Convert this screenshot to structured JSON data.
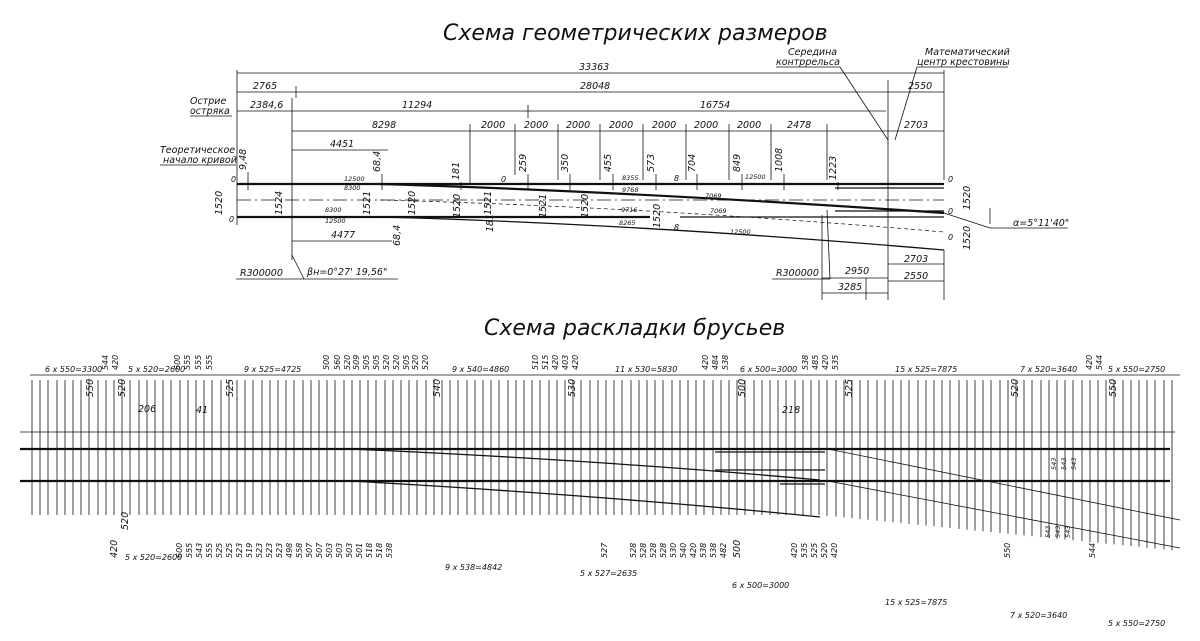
{
  "titles": {
    "geometry": "Схема геометрических размеров",
    "sleepers": "Схема раскладки брусьев"
  },
  "geometry_scheme": {
    "callouts": {
      "guard_rail_middle": [
        "Середина",
        "контррельса"
      ],
      "frog_math_center": [
        "Математический",
        "центр крестовины"
      ],
      "switch_point": [
        "Острие",
        "остряка"
      ],
      "curve_start": [
        "Теоретическое",
        "начало кривой"
      ]
    },
    "top_dimensions": {
      "overall": "33363",
      "row2_left": "2765",
      "row2_right": "28048",
      "row2_far": "2550",
      "row3_left": "2384,6",
      "row3_mid": "11294",
      "row3_right": "16754",
      "row4": [
        "8298",
        "2000",
        "2000",
        "2000",
        "2000",
        "2000",
        "2000",
        "2000",
        "2478",
        "2703"
      ],
      "left_4451": "4451"
    },
    "ordinates": [
      "9,48",
      "68,4",
      "181",
      "259",
      "350",
      "455",
      "573",
      "704",
      "849",
      "1008",
      "1223"
    ],
    "inner_labels": [
      "12500",
      "8300",
      "8300",
      "12500",
      "8355",
      "9768",
      "7069",
      "7069",
      "12500",
      "9716",
      "8265",
      "12500"
    ],
    "gauges": [
      "1520",
      "1524",
      "1521",
      "1520",
      "1520",
      "1521",
      "1521",
      "1520",
      "1520",
      "1520",
      "1520"
    ],
    "misc": [
      "181",
      "68,4",
      "4477",
      "0",
      "0",
      "0",
      "0",
      "0",
      "0",
      "8",
      "8"
    ],
    "angle": "α=5°11'40\"",
    "beta": "βн=0°27' 19,56\"",
    "radius_left": "R300000",
    "radius_right": "R300000",
    "bottom_right_dims": [
      "2703",
      "2950",
      "2550",
      "3285"
    ]
  },
  "sleeper_scheme": {
    "top_groups": [
      "6 x 550=3300",
      "5 x 520=2600",
      "9 x 525=4725",
      "9 x 540=4860",
      "11 x 530=5830",
      "6 x 500=3000",
      "15 x 525=7875",
      "7 x 520=3640",
      "5 x 550=2750"
    ],
    "top_vertical": [
      "544",
      "420",
      "600",
      "555",
      "555",
      "555",
      "500",
      "560",
      "520",
      "509",
      "505",
      "505",
      "520",
      "520",
      "505",
      "520",
      "520",
      "510",
      "515",
      "420",
      "403",
      "420",
      "420",
      "484",
      "538",
      "538",
      "485",
      "420",
      "535",
      "420",
      "544"
    ],
    "top_extra": [
      "550",
      "520",
      "206",
      "41",
      "525",
      "540",
      "530",
      "500",
      "218",
      "525",
      "520",
      "550"
    ],
    "bottom_groups": [
      "5 x 520=2600",
      "9 x 538=4842",
      "5 x 527=2635",
      "6 x 500=3000",
      "15 x 525=7875",
      "7 x 520=3640",
      "5 x 550=2750"
    ],
    "bottom_vertical": [
      "600",
      "555",
      "543",
      "555",
      "525",
      "525",
      "523",
      "519",
      "523",
      "523",
      "523",
      "498",
      "558",
      "507",
      "507",
      "503",
      "503",
      "503",
      "501",
      "518",
      "518",
      "538",
      "527",
      "528",
      "528",
      "528",
      "528",
      "530",
      "540",
      "420",
      "538",
      "538",
      "482",
      "420",
      "535",
      "525",
      "520",
      "420",
      "550",
      "544"
    ],
    "bottom_extra": [
      "420",
      "520",
      "500"
    ],
    "right_small": [
      "543",
      "543",
      "543",
      "543",
      "543",
      "543"
    ]
  }
}
